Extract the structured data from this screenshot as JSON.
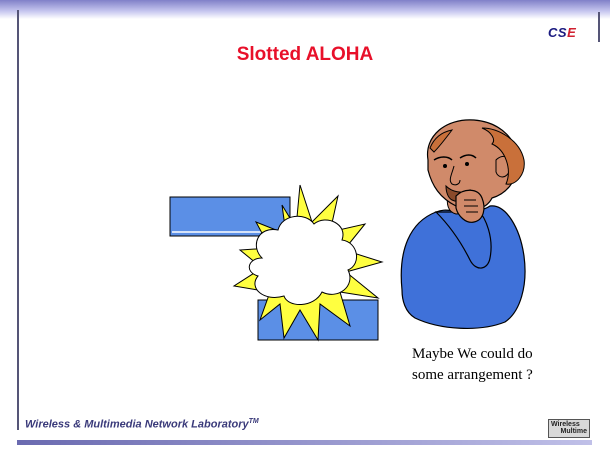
{
  "slide": {
    "title": "Slotted ALOHA",
    "logo": {
      "text_main": "CS",
      "text_accent": "E"
    },
    "caption": {
      "line1": "Maybe We could do",
      "line2": "some arrangement ?"
    },
    "footer": {
      "text": "Wireless & Multimedia Network Laboratory",
      "trademark": "TM"
    },
    "badge": {
      "line1": "Wireless",
      "line2": "Multime"
    }
  },
  "colors": {
    "title": "#e8102a",
    "box_fill": "#5b8fe6",
    "burst_fill": "#ffff40",
    "shirt": "#3f71d9",
    "skin": "#d08a6a"
  },
  "icons": [
    "collision-burst-icon",
    "thinking-man-illustration",
    "cse-logo-icon",
    "wireless-multimedia-badge-icon"
  ]
}
